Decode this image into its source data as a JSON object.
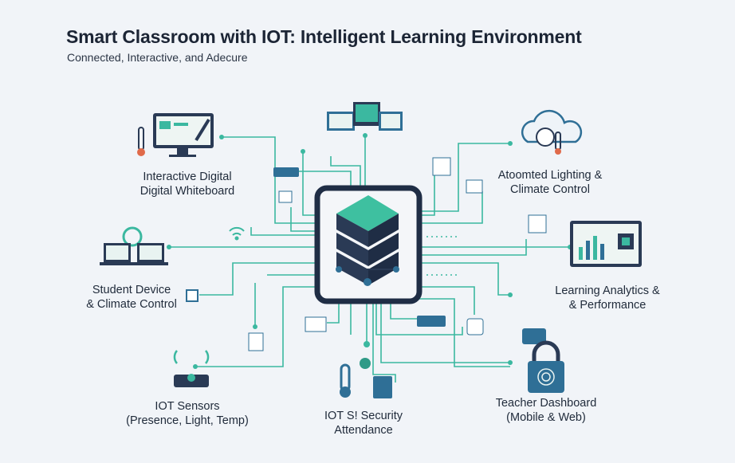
{
  "header": {
    "title": "Smart Classroom with IOT: Intelligent Learning Environment",
    "subtitle": "Connected, Interactive, and Adecure"
  },
  "nodes": [
    {
      "id": "whiteboard",
      "line1": "Interactive Digital",
      "line2": "Digital Whiteboard",
      "icon": "whiteboard-monitor-icon"
    },
    {
      "id": "student",
      "line1": "Student Device",
      "line2": "& Climate Control",
      "icon": "laptop-lightbulb-icon"
    },
    {
      "id": "sensors",
      "line1": "IOT Sensors",
      "line2": "(Presence, Light, Temp)",
      "icon": "wireless-sensor-icon"
    },
    {
      "id": "security",
      "line1": "IOT S! Security",
      "line2": "Attendance",
      "icon": "thermometer-keypad-icon"
    },
    {
      "id": "teacher",
      "line1": "Teacher Dashboard",
      "line2": "(Mobile & Web)",
      "icon": "fingerprint-lock-icon"
    },
    {
      "id": "analytics",
      "line1": "Learning Analytics &",
      "line2": "& Performance",
      "icon": "analytics-screen-icon"
    },
    {
      "id": "lighting",
      "line1": "Atoomted Lighting &",
      "line2": "Climate Control",
      "icon": "cloud-thermometer-icon"
    }
  ],
  "hub": {
    "icon": "server-stack-icon"
  },
  "colors": {
    "accent": "#3bb8a0",
    "navy": "#1f2d45",
    "background": "#f1f4f8",
    "icon_blue": "#2f6f96"
  }
}
